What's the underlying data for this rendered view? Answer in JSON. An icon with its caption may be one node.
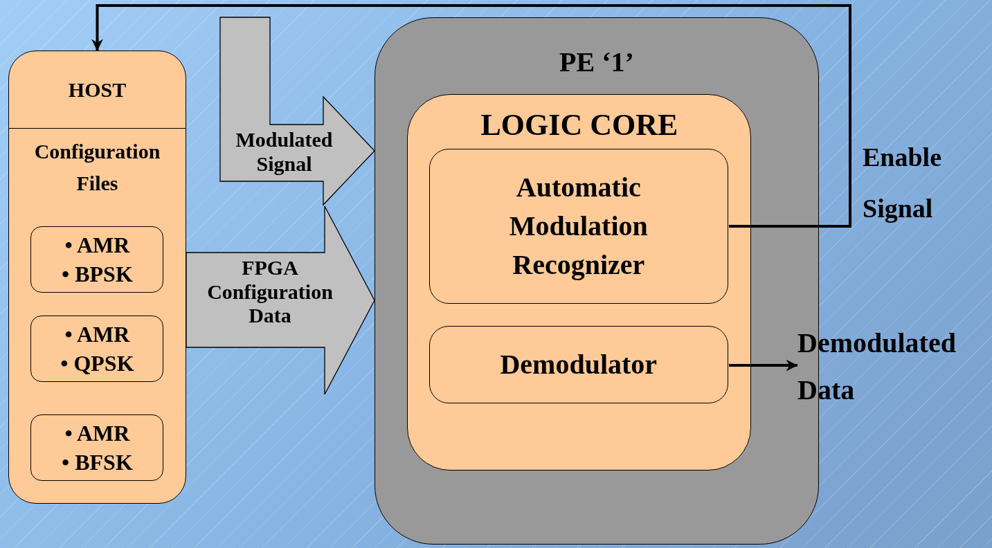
{
  "diagram": {
    "nodes": [
      {
        "text": [
          "HOST",
          "Configuration Files"
        ]
      },
      {
        "text": [
          "• AMR",
          "• BPSK"
        ],
        "in": 0
      },
      {
        "text": [
          "• AMR",
          "• QPSK"
        ],
        "in": 0
      },
      {
        "text": [
          "• AMR",
          "• BFSK"
        ],
        "in": 0
      },
      {
        "text": [
          "PE ‘1’"
        ]
      },
      {
        "text": [
          "LOGIC CORE"
        ],
        "in": 4
      },
      {
        "text": [
          "Automatic Modulation Recognizer"
        ],
        "in": 5
      },
      {
        "text": [
          "Demodulator"
        ],
        "in": 5
      },
      {
        "text": [
          "Demodulated Data"
        ]
      }
    ],
    "edges": [
      {
        "from": null,
        "to": 4,
        "arrow": "to",
        "label": "Modulated Signal",
        "style": "thick"
      },
      {
        "from": 0,
        "to": 4,
        "arrow": "to",
        "label": "FPGA Configuration Data",
        "style": "thick"
      },
      {
        "from": 6,
        "to": 0,
        "arrow": "to",
        "label": "Enable Signal"
      },
      {
        "from": 7,
        "to": 8,
        "arrow": "to"
      }
    ]
  }
}
